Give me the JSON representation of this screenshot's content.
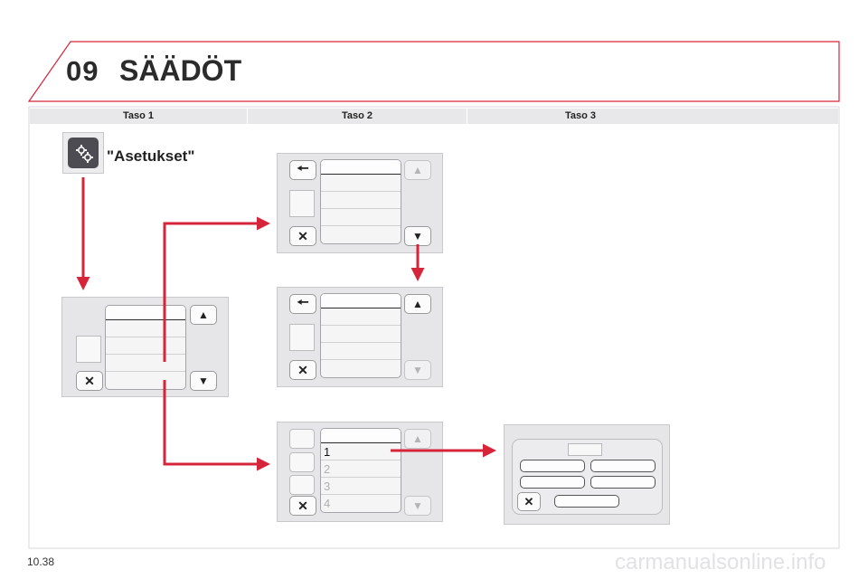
{
  "header": {
    "chapter": "09",
    "title": "SÄÄDÖT"
  },
  "columns": [
    "Taso 1",
    "Taso 2",
    "Taso 3"
  ],
  "settings_label": "\"Asetukset\"",
  "list_items": [
    "1",
    "2",
    "3",
    "4"
  ],
  "page_number": "10.38",
  "watermark": "carmanualsonline.info",
  "icons": {
    "back": "arrow-left-icon",
    "close": "close-x-icon",
    "up": "triangle-up-icon",
    "down": "triangle-down-icon",
    "settings": "gear-icon"
  },
  "colors": {
    "accent": "#d6253b",
    "panel": "#e6e6e8",
    "header_bar": "#e8e8ea"
  }
}
